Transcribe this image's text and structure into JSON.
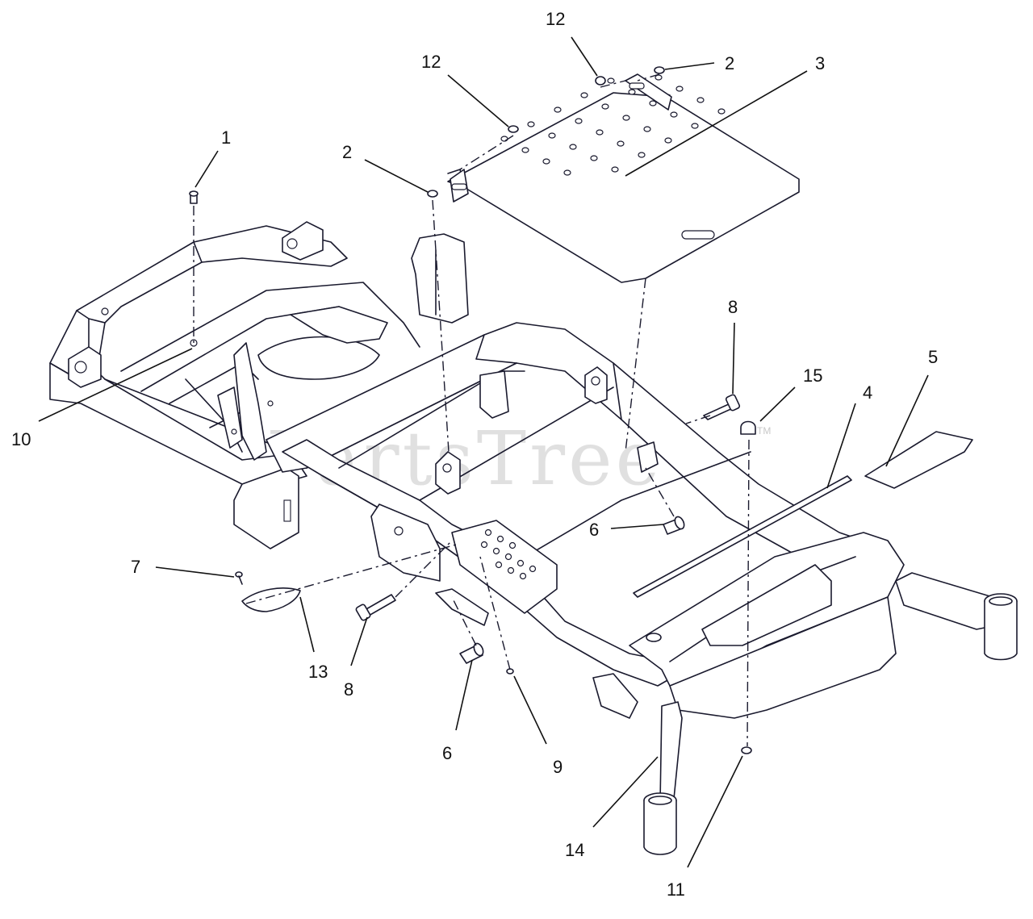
{
  "watermark": {
    "text": "PartsTree",
    "trademark": "TM"
  },
  "callouts": {
    "c1": "1",
    "c2a": "2",
    "c2b": "2",
    "c3": "3",
    "c4": "4",
    "c5": "5",
    "c6a": "6",
    "c6b": "6",
    "c7": "7",
    "c8a": "8",
    "c8b": "8",
    "c9": "9",
    "c10": "10",
    "c11": "11",
    "c12a": "12",
    "c12b": "12",
    "c13": "13",
    "c14": "14",
    "c15": "15"
  }
}
